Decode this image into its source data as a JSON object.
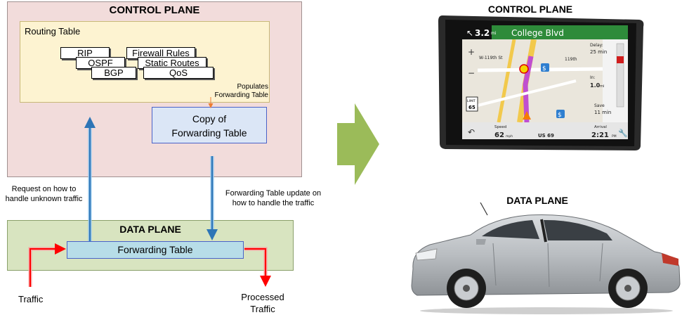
{
  "left_diagram": {
    "control_plane_title": "CONTROL PLANE",
    "routing_table_title": "Routing Table",
    "protocols": [
      "RIP",
      "Firewall Rules",
      "OSPF",
      "Static Routes",
      "BGP",
      "QoS"
    ],
    "populates_label": "Populates\nForwarding Table",
    "copy_box_label": "Copy of\nForwarding Table",
    "request_label": "Request on how to\nhandle unknown traffic",
    "update_label": "Forwarding Table update on\nhow to handle the traffic",
    "data_plane_title": "DATA PLANE",
    "forwarding_table_label": "Forwarding Table",
    "traffic_label": "Traffic",
    "processed_label": "Processed\nTraffic"
  },
  "right_side": {
    "control_plane_title": "CONTROL PLANE",
    "data_plane_title": "DATA PLANE",
    "gps": {
      "distance": "3.2",
      "distance_unit": "mi",
      "street": "College Blvd",
      "cross_street_1": "W-119th St",
      "cross_street_2": "119th",
      "delay_label": "Delay:",
      "delay_value": "25 min",
      "in_label": "In:",
      "in_value": "1.0",
      "in_unit": "mi",
      "save_label": "Save",
      "save_value": "11 min",
      "speed_label": "Speed",
      "speed_value": "62",
      "speed_unit": "mph",
      "limit_label": "LIMIT",
      "limit_value": "65",
      "road": "US 69",
      "arrival_label": "Arrival",
      "arrival_value": "2:21",
      "arrival_suffix": "PM"
    }
  },
  "colors": {
    "control_plane_bg": "#f2dcdb",
    "routing_table_bg": "#fdf3d1",
    "copy_box_bg": "#dbe6f6",
    "data_plane_bg": "#d8e4c0",
    "forwarding_bg": "#b7dde8",
    "blue_arrow": "#2e75b6",
    "red_arrow": "#ff0000",
    "orange_arrow": "#ed7d31",
    "big_arrow": "#9bbb59"
  }
}
